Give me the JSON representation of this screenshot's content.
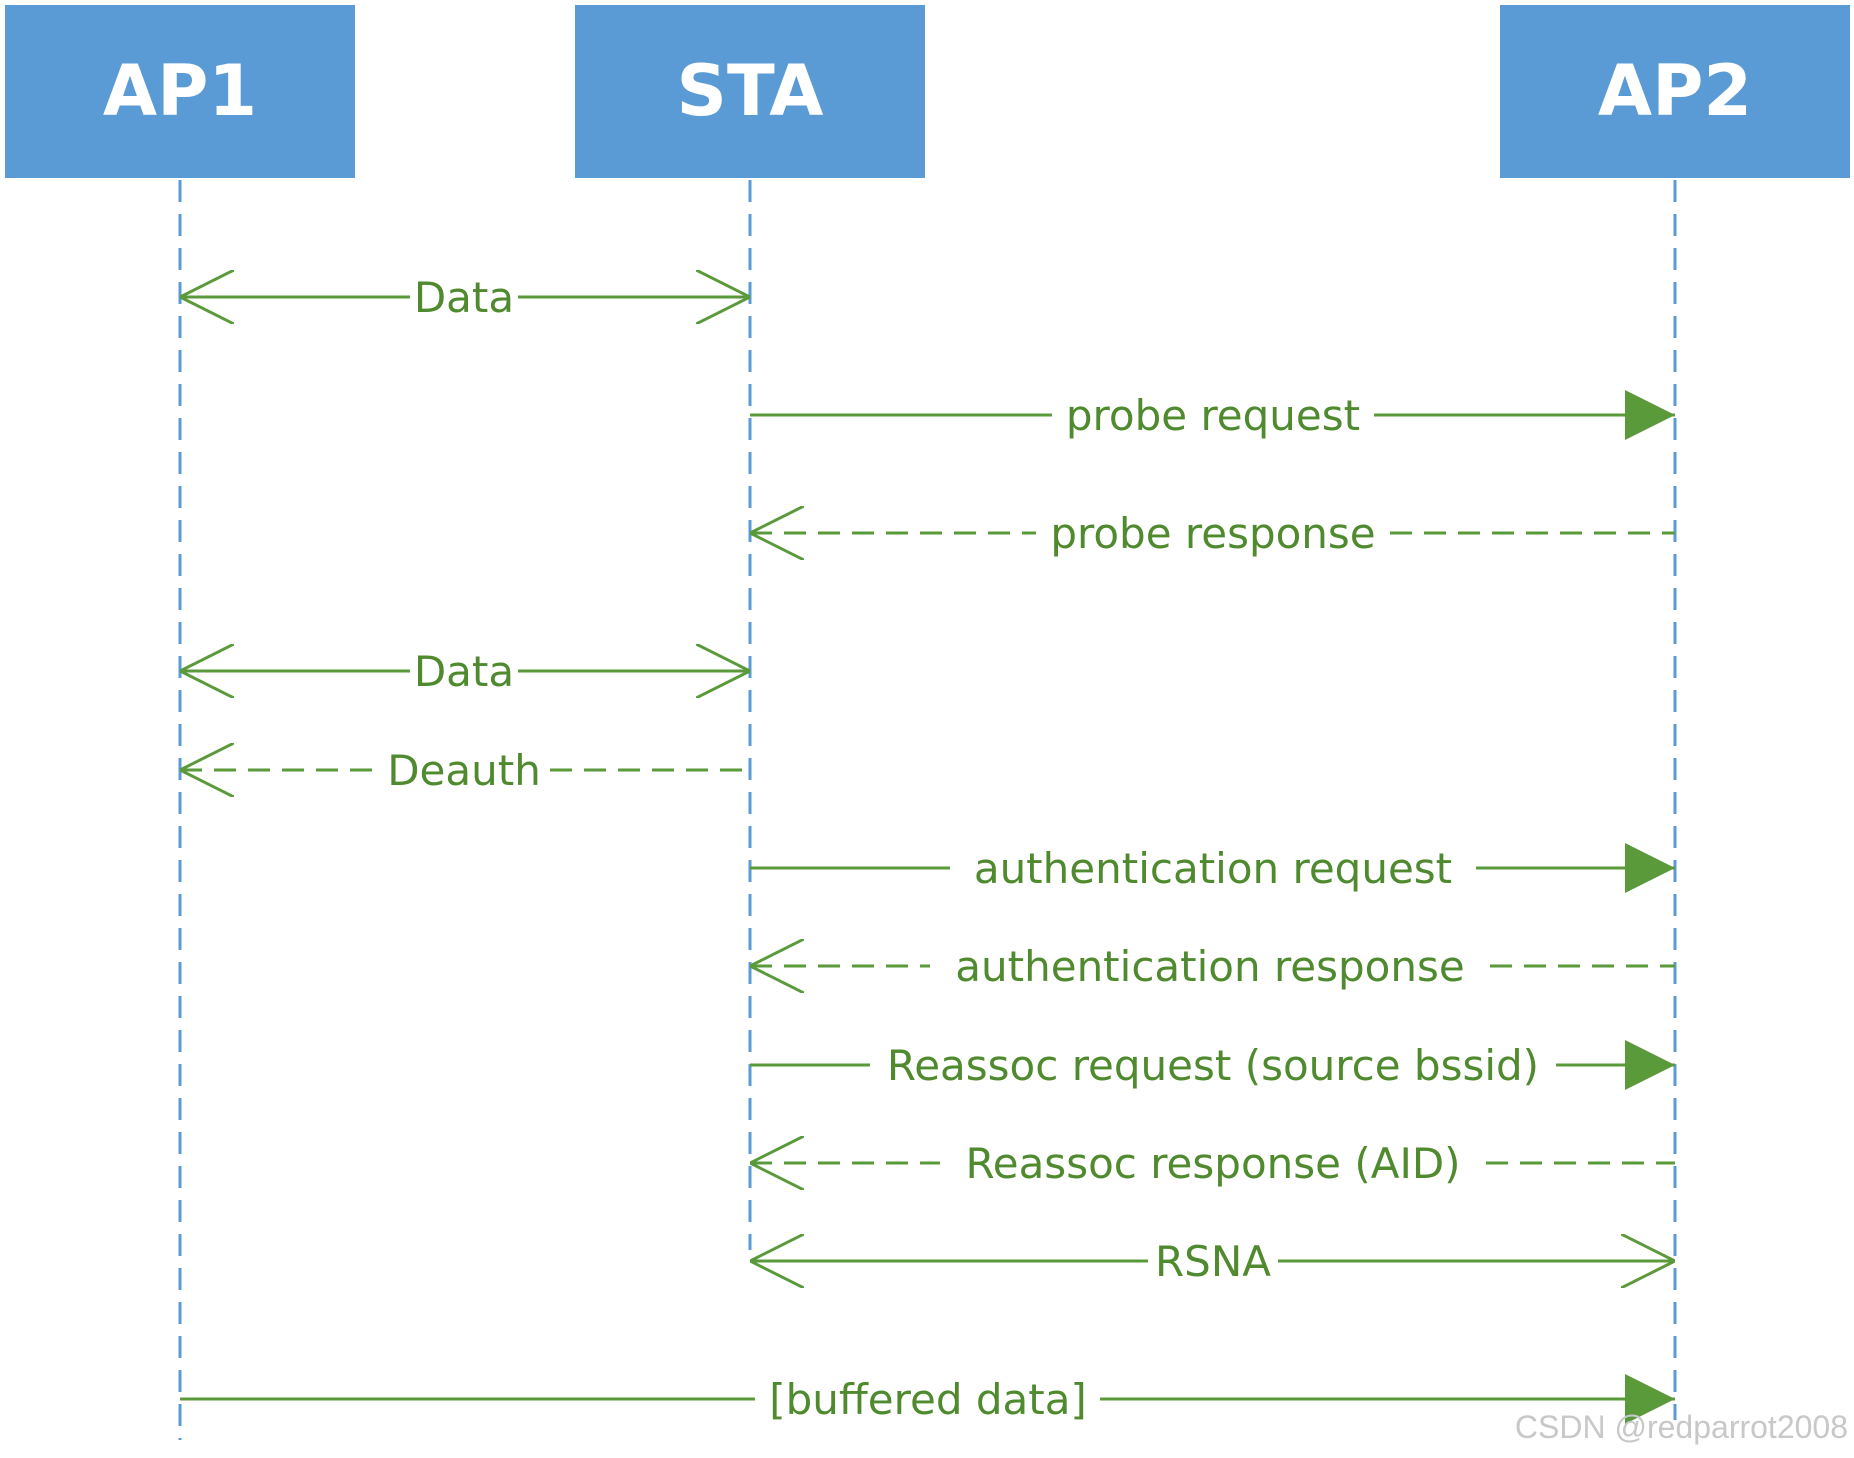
{
  "actors": [
    {
      "id": "ap1",
      "label": "AP1"
    },
    {
      "id": "sta",
      "label": "STA"
    },
    {
      "id": "ap2",
      "label": "AP2"
    }
  ],
  "messages": [
    {
      "from": "ap1",
      "to": "sta",
      "label": "Data",
      "style": "solid",
      "head": "open-both"
    },
    {
      "from": "sta",
      "to": "ap2",
      "label": "probe request",
      "style": "solid",
      "head": "filled"
    },
    {
      "from": "ap2",
      "to": "sta",
      "label": "probe response",
      "style": "dashed",
      "head": "open"
    },
    {
      "from": "ap1",
      "to": "sta",
      "label": "Data",
      "style": "solid",
      "head": "open-both"
    },
    {
      "from": "sta",
      "to": "ap1",
      "label": "Deauth",
      "style": "dashed",
      "head": "open"
    },
    {
      "from": "sta",
      "to": "ap2",
      "label": "authentication request",
      "style": "solid",
      "head": "filled"
    },
    {
      "from": "ap2",
      "to": "sta",
      "label": "authentication response",
      "style": "dashed",
      "head": "open"
    },
    {
      "from": "sta",
      "to": "ap2",
      "label": "Reassoc request (source bssid)",
      "style": "solid",
      "head": "filled"
    },
    {
      "from": "ap2",
      "to": "sta",
      "label": "Reassoc response (AID)",
      "style": "dashed",
      "head": "open"
    },
    {
      "from": "sta",
      "to": "ap2",
      "label": "RSNA",
      "style": "solid",
      "head": "open-both"
    },
    {
      "from": "ap1",
      "to": "ap2",
      "label": "[buffered data]",
      "style": "solid",
      "head": "filled"
    }
  ],
  "watermark": "CSDN @redparrot2008",
  "colors": {
    "actor_fill": "#5b9bd5",
    "lifeline": "#5b9bd5",
    "message": "#5a9a3a",
    "message_text": "#4f8a2f"
  }
}
